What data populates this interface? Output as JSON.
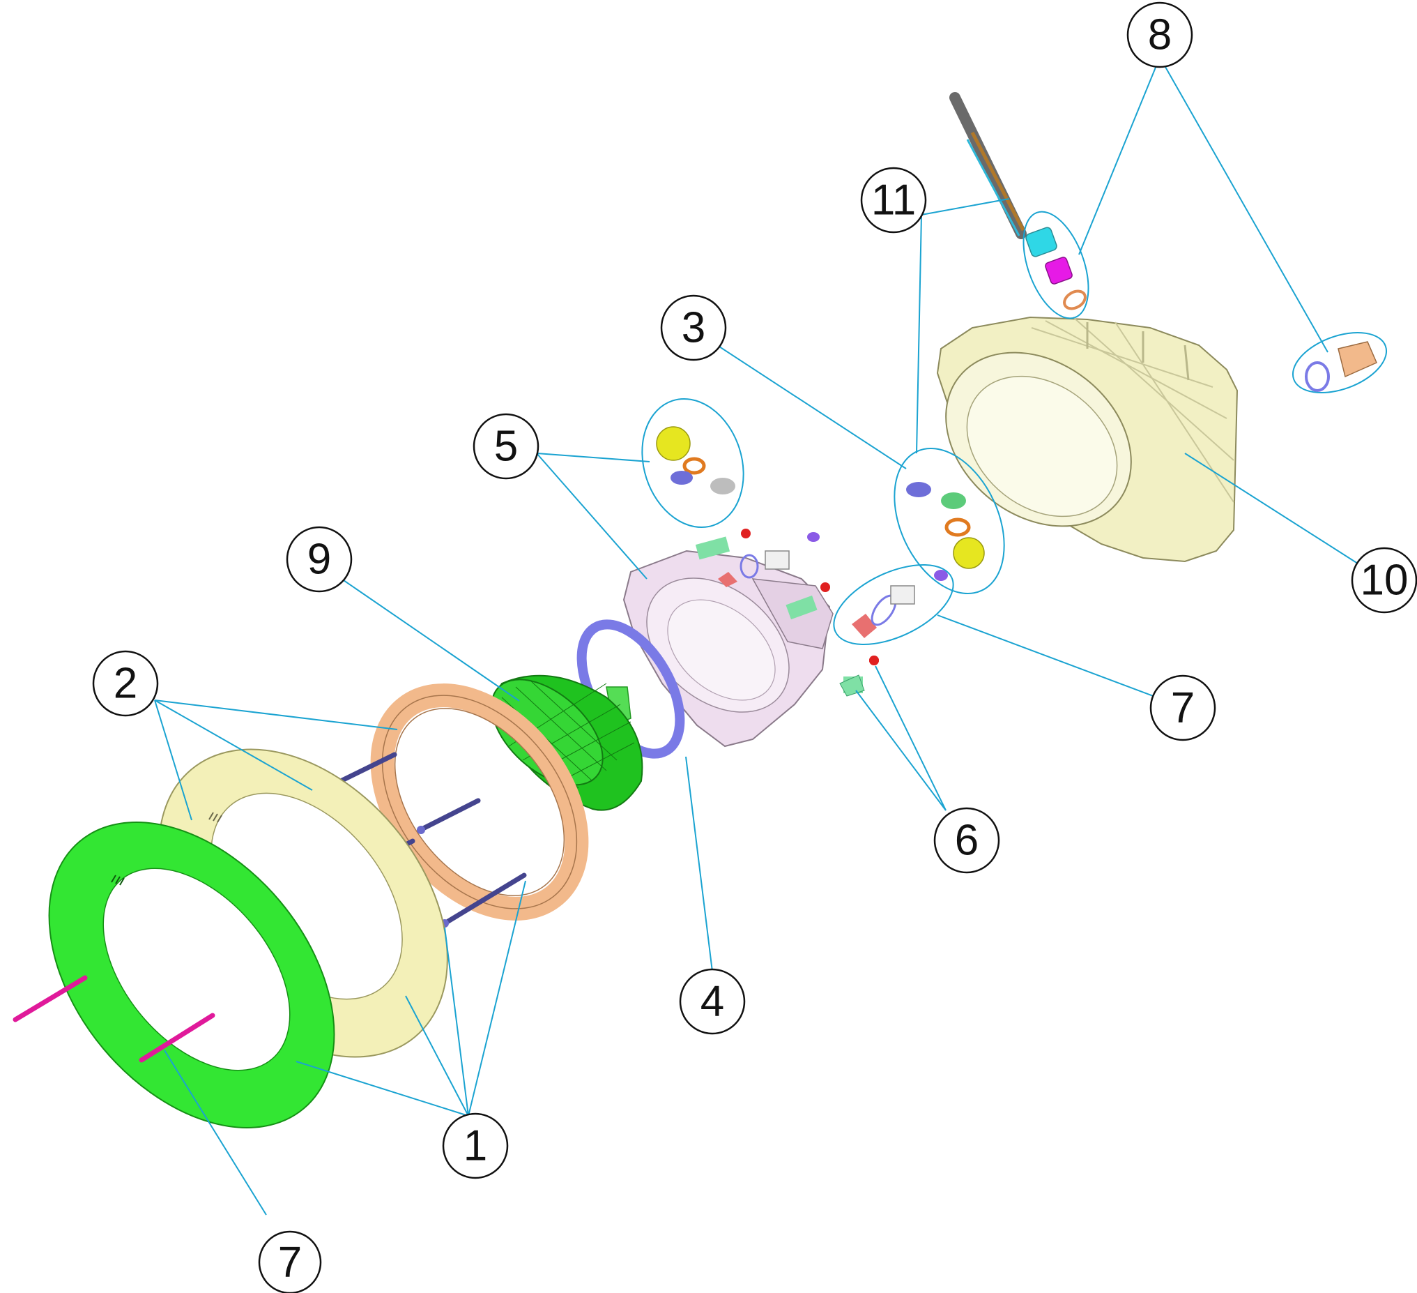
{
  "callouts": {
    "c8": "8",
    "c11": "11",
    "c3": "3",
    "c5": "5",
    "c9": "9",
    "c10": "10",
    "c7a": "7",
    "c2": "2",
    "c6": "6",
    "c4": "4",
    "c1": "1",
    "c7b": "7"
  },
  "colors": {
    "leader": "#1aa3d1",
    "green_frame": "#33e633",
    "cream_frame": "#f3f0b8",
    "tan_ring": "#f2b98b",
    "lamp_green": "#1fc21f",
    "o_ring": "#7a7ae6",
    "body_pink": "#eeddee",
    "housing": "#f2f0c4",
    "pink_screw": "#e0199a",
    "navy_screw": "#44448e"
  }
}
